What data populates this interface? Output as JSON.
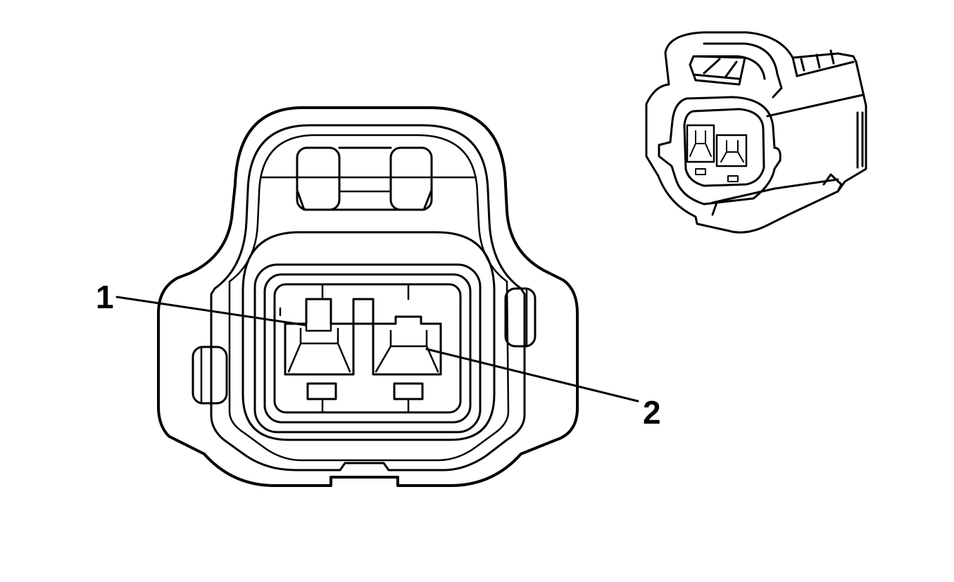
{
  "colors": {
    "line": "#000000",
    "background": "#ffffff"
  },
  "callouts": [
    {
      "id": "1",
      "label": "1"
    },
    {
      "id": "2",
      "label": "2"
    }
  ]
}
